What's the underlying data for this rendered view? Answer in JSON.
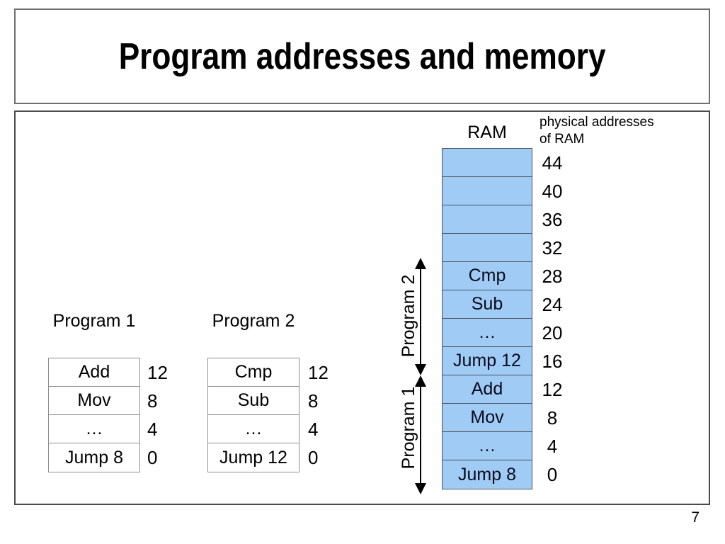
{
  "title": "Program addresses and memory",
  "page_number": "7",
  "program1": {
    "label": "Program 1",
    "rows": [
      {
        "instruction": "Add",
        "address": "12"
      },
      {
        "instruction": "Mov",
        "address": "8"
      },
      {
        "instruction": "…",
        "address": "4"
      },
      {
        "instruction": "Jump 8",
        "address": "0"
      }
    ]
  },
  "program2": {
    "label": "Program 2",
    "rows": [
      {
        "instruction": "Cmp",
        "address": "12"
      },
      {
        "instruction": "Sub",
        "address": "8"
      },
      {
        "instruction": "…",
        "address": "4"
      },
      {
        "instruction": "Jump 12",
        "address": "0"
      }
    ]
  },
  "ram": {
    "label": "RAM",
    "note_line1": "physical addresses",
    "note_line2": "of RAM",
    "cells": [
      {
        "instruction": "",
        "address": "44"
      },
      {
        "instruction": "",
        "address": "40"
      },
      {
        "instruction": "",
        "address": "36"
      },
      {
        "instruction": "",
        "address": "32"
      },
      {
        "instruction": "Cmp",
        "address": "28"
      },
      {
        "instruction": "Sub",
        "address": "24"
      },
      {
        "instruction": "…",
        "address": "20"
      },
      {
        "instruction": "Jump 12",
        "address": "16"
      },
      {
        "instruction": "Add",
        "address": "12"
      },
      {
        "instruction": "Mov",
        "address": "8"
      },
      {
        "instruction": "…",
        "address": "4"
      },
      {
        "instruction": "Jump 8",
        "address": "0"
      }
    ]
  },
  "arrows": {
    "program2_label": "Program 2",
    "program1_label": "Program 1"
  },
  "colors": {
    "ram_cell_fill": "#9FCBF5",
    "cell_text": "#0A0A1E",
    "box_border": "#6F6F6F",
    "content_border": "#4B4B4B",
    "table_border": "#8F8F8F",
    "ram_border": "#50505A",
    "arrow_color": "#000000"
  }
}
